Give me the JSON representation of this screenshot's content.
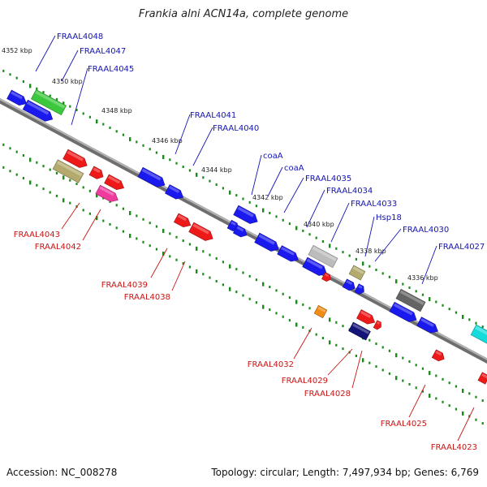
{
  "title": "Frankia alni ACN14a, complete genome",
  "footer": {
    "accession": "Accession: NC_008278",
    "summary": "Topology: circular; Length: 7,497,934 bp; Genes: 6,769"
  },
  "colors": {
    "backbone": "#8a8a8a",
    "scale_dots": "#1a8a1a",
    "top_label": "#1414b4",
    "bottom_label": "#c81414"
  },
  "kbp_labels": [
    "4352 kbp",
    "4350 kbp",
    "4348 kbp",
    "4346 kbp",
    "4344 kbp",
    "4342 kbp",
    "4340 kbp",
    "4338 kbp",
    "4336 kbp"
  ],
  "top_genes": [
    "FRAAL4048",
    "FRAAL4047",
    "FRAAL4045",
    "FRAAL4041",
    "FRAAL4040",
    "coaA",
    "coaA",
    "FRAAL4035",
    "FRAAL4034",
    "FRAAL4033",
    "Hsp18",
    "FRAAL4030",
    "FRAAL4027"
  ],
  "bottom_genes": [
    "FRAAL4043",
    "FRAAL4042",
    "FRAAL4039",
    "FRAAL4038",
    "FRAAL4032",
    "FRAAL4029",
    "FRAAL4028",
    "FRAAL4025",
    "FRAAL4023"
  ],
  "feature_colors": {
    "blue": "#1a1aee",
    "green": "#3cc83c",
    "red": "#ee1a1a",
    "khaki": "#b4aa6e",
    "magenta": "#ee3c9e",
    "grey": "#bcbcbc",
    "darkgrey": "#646464",
    "navy": "#141478",
    "orange": "#f08c14",
    "cyan": "#14dcdc"
  }
}
